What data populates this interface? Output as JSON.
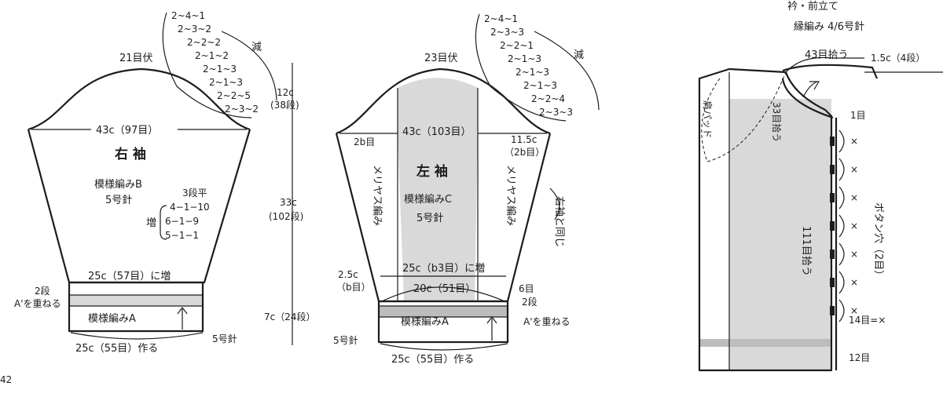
{
  "page_number": "42",
  "right_sleeve": {
    "top_bind": "21目伏",
    "decrease_rows": [
      "2~4~1",
      "2~3~2",
      "2~2~2",
      "2~1~2",
      "2~1~3",
      "2~1~3",
      "2~2~5",
      "2~3~2"
    ],
    "decrease_label": "減",
    "cap_height": "12c",
    "cap_rows": "(38段)",
    "width": "43c（97目）",
    "title": "右 袖",
    "pattern": "模様編みB",
    "needle": "5号針",
    "inc_rows": [
      "3段平",
      "4−1−10",
      "6−1−9",
      "5−1−1"
    ],
    "inc_label": "増",
    "body_height": "33c",
    "body_rows": "(102段)",
    "cuff_increase": "25c（57目）に増",
    "two_rows": "2段",
    "overlap": "A'を重ねる",
    "cuff_pattern": "模様編みA",
    "cuff_height": "7c（24段）",
    "cast_on": "25c（55目）作る",
    "cuff_needle": "5号針"
  },
  "left_sleeve": {
    "top_bind": "23目伏",
    "decrease_rows": [
      "2~4~1",
      "2~3~3",
      "2~2~1",
      "2~1~3",
      "2~1~3",
      "2~1~3",
      "2~2~4",
      "2~3~3"
    ],
    "decrease_label": "減",
    "width": "43c（103目）",
    "left_edge": "2b目",
    "right_edge": "11.5c",
    "right_edge_sts": "（2b目）",
    "side_label_left": "メリヤス編み",
    "side_label_right": "メリヤス編み",
    "title": "左 袖",
    "pattern": "模様編みC",
    "needle": "5号針",
    "same_as": "右袖と同じ",
    "increase": "25c（b3目）に増",
    "left_margin": "2.5c",
    "left_margin_sts": "（b目）",
    "cuff_width": "20c（51目）",
    "six_sts": "6目",
    "two_rows": "2段",
    "overlap": "A'を重ねる",
    "cuff_pattern": "模様編みA",
    "cuff_needle": "5号針",
    "cast_on": "25c（55目）作る"
  },
  "front_band": {
    "title": "衿・前立て",
    "subtitle": "縁編み 4/6号針",
    "pickup_top": "43目拾う",
    "corner_width": "1.5c（4段）",
    "pickup_neck": "33目拾う",
    "one_row": "1目",
    "shoulder_pad": "肩パッド",
    "pickup_front": "111目拾う",
    "buttonhole_note": "ボタン穴（2目）",
    "spacing_note": "14目=×",
    "twelve": "12目",
    "mark": "×"
  }
}
